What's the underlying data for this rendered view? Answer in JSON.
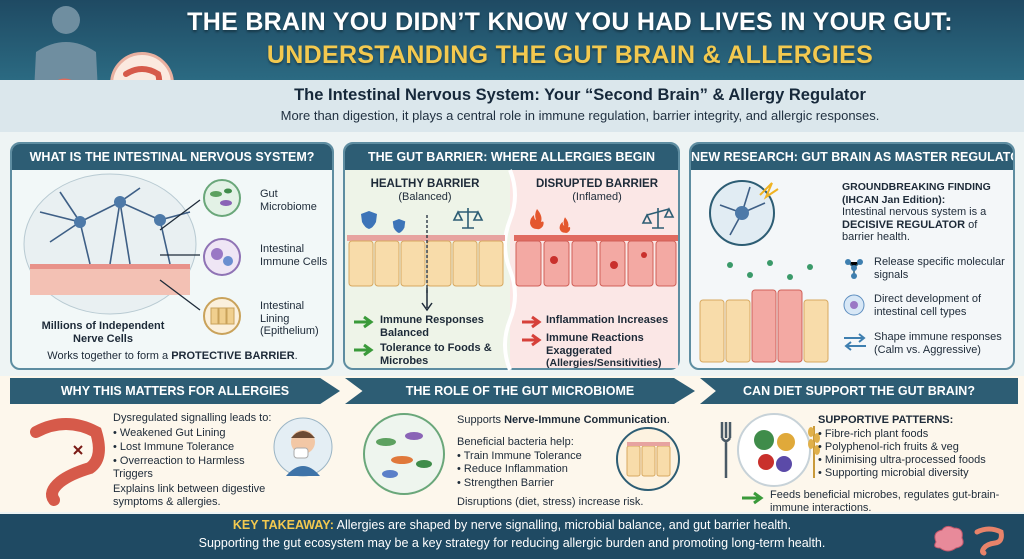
{
  "header": {
    "title_line1": "THE BRAIN YOU DIDN’T KNOW YOU HAD LIVES IN YOUR GUT:",
    "title_line2": "UNDERSTANDING THE GUT BRAIN & ALLERGIES",
    "subtitle": "The Intestinal Nervous System: Your “Second Brain” & Allergy Regulator",
    "tagline": "More than digestion, it plays a central role in immune regulation, barrier integrity, and allergic responses."
  },
  "panel1": {
    "heading": "WHAT IS THE INTESTINAL NERVOUS SYSTEM?",
    "labels": [
      "Gut Microbiome",
      "Intestinal Immune Cells",
      "Intestinal Lining (Epithelium)"
    ],
    "neurons_caption": "Millions of Independent Nerve Cells",
    "bottom_prefix": "Works together to form a ",
    "bottom_bold": "PROTECTIVE BARRIER",
    "bottom_suffix": "."
  },
  "panel2": {
    "heading": "THE GUT BARRIER: WHERE ALLERGIES BEGIN",
    "healthy_title": "HEALTHY BARRIER",
    "healthy_sub": "(Balanced)",
    "disrupted_title": "DISRUPTED BARRIER",
    "disrupted_sub": "(Inflamed)",
    "healthy_points": [
      "Immune Responses Balanced",
      "Tolerance to Foods & Microbes"
    ],
    "disrupted_points": [
      "Inflammation Increases",
      "Immune Reactions Exaggerated"
    ],
    "disrupted_note": "(Allergies/Sensitivities)"
  },
  "panel3": {
    "heading": "NEW RESEARCH: GUT BRAIN AS MASTER REGULATOR",
    "finding_title": "GROUNDBREAKING FINDING (IHCAN Jan Edition):",
    "finding_text1": "Intestinal nervous system is a",
    "finding_bold": "DECISIVE REGULATOR",
    "finding_text2": " of barrier health.",
    "points": [
      "Release specific molecular signals",
      "Direct development of intestinal cell types",
      "Shape immune responses (Calm vs. Aggressive)"
    ]
  },
  "panel4": {
    "heading": "WHY THIS MATTERS FOR ALLERGIES",
    "intro": "Dysregulated signalling leads to:",
    "bullets": [
      "Weakened Gut Lining",
      "Lost Immune Tolerance",
      "Overreaction to Harmless Triggers"
    ],
    "conclusion": "Explains link between digestive symptoms & allergies."
  },
  "panel5": {
    "heading": "THE ROLE OF THE GUT MICROBIOME",
    "intro_prefix": "Supports ",
    "intro_bold": "Nerve-Immune Communication",
    "intro_suffix": ".",
    "helps": "Beneficial bacteria help:",
    "bullets": [
      "Train Immune Tolerance",
      "Reduce Inflammation",
      "Strengthen Barrier"
    ],
    "note": "Disruptions (diet, stress) increase risk."
  },
  "panel6": {
    "heading": "CAN DIET SUPPORT THE GUT BRAIN?",
    "patterns_title": "SUPPORTIVE PATTERNS:",
    "bullets": [
      "Fibre-rich plant foods",
      "Polyphenol-rich fruits & veg",
      "Minimising ultra-processed foods",
      "Supporting microbial diversity"
    ],
    "result": "Feeds beneficial microbes, regulates gut-brain-immune interactions."
  },
  "footer": {
    "key_label": "KEY TAKEAWAY:",
    "line1": " Allergies are shaped by nerve signalling, microbial balance, and gut barrier health.",
    "line2": "Supporting the gut ecosystem may be a key strategy for reducing allergic burden and promoting long-term health."
  },
  "colors": {
    "navy": "#1f4a63",
    "accent_gold": "#f3c94f",
    "healthy_green": "#3a9a3a",
    "inflamed_red": "#d6413a"
  }
}
